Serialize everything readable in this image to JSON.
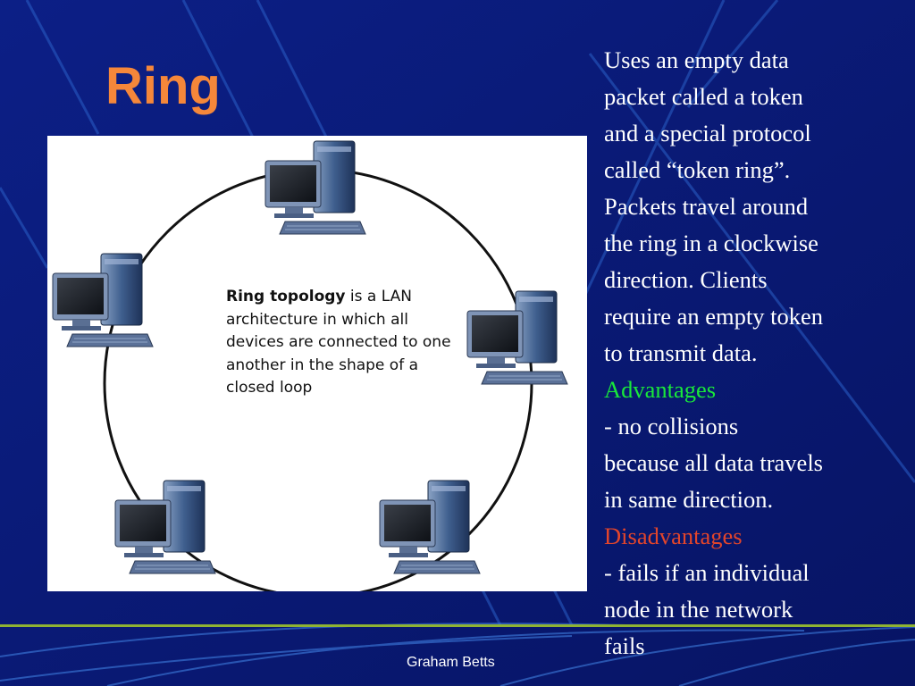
{
  "slide": {
    "title": "Ring",
    "footer": "Graham Betts"
  },
  "diagram": {
    "caption_bold": "Ring topology",
    "caption_rest": " is a LAN architecture in which all devices are connected to one another in the shape of a closed loop"
  },
  "body": {
    "lines": [
      "Uses an empty data",
      "packet called a token",
      "and a special protocol",
      "called “token ring”.",
      "Packets travel around",
      "the ring in a clockwise",
      "direction. Clients",
      "require an empty token",
      "to transmit data."
    ],
    "advantages_heading": "Advantages",
    "advantages_lines": [
      "- no collisions",
      "because all data travels",
      "in same direction."
    ],
    "disadvantages_heading": "Disadvantages",
    "disadvantages_lines": [
      "- fails if an individual",
      "node in the network",
      "fails"
    ]
  },
  "colors": {
    "background": "#0a1a78",
    "title": "#f5873a",
    "advantages": "#19e83a",
    "disadvantages": "#e2452b",
    "footer_rule": "#8fb332"
  },
  "icons": [
    "desktop-computer-icon"
  ]
}
